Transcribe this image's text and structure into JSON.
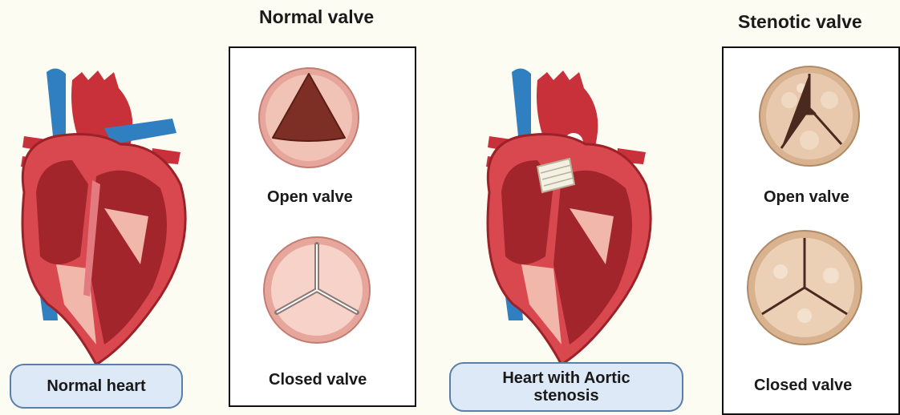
{
  "normal": {
    "heading": "Normal valve",
    "open_label": "Open valve",
    "closed_label": "Closed valve",
    "heart_label": "Normal heart"
  },
  "stenotic": {
    "heading": "Stenotic valve",
    "open_label": "Open valve",
    "closed_label": "Closed valve",
    "heart_label_line1": "Heart with Aortic",
    "heart_label_line2": "stenosis"
  },
  "colors": {
    "background": "#fdfcf3",
    "pill_fill": "#dde9f6",
    "pill_border": "#5a7fa8",
    "heart_red": "#c8303a",
    "vessel_blue": "#2f7fc1",
    "valve_pink": "#f1c2b6",
    "stenotic_beige": "#e9c9ae"
  }
}
